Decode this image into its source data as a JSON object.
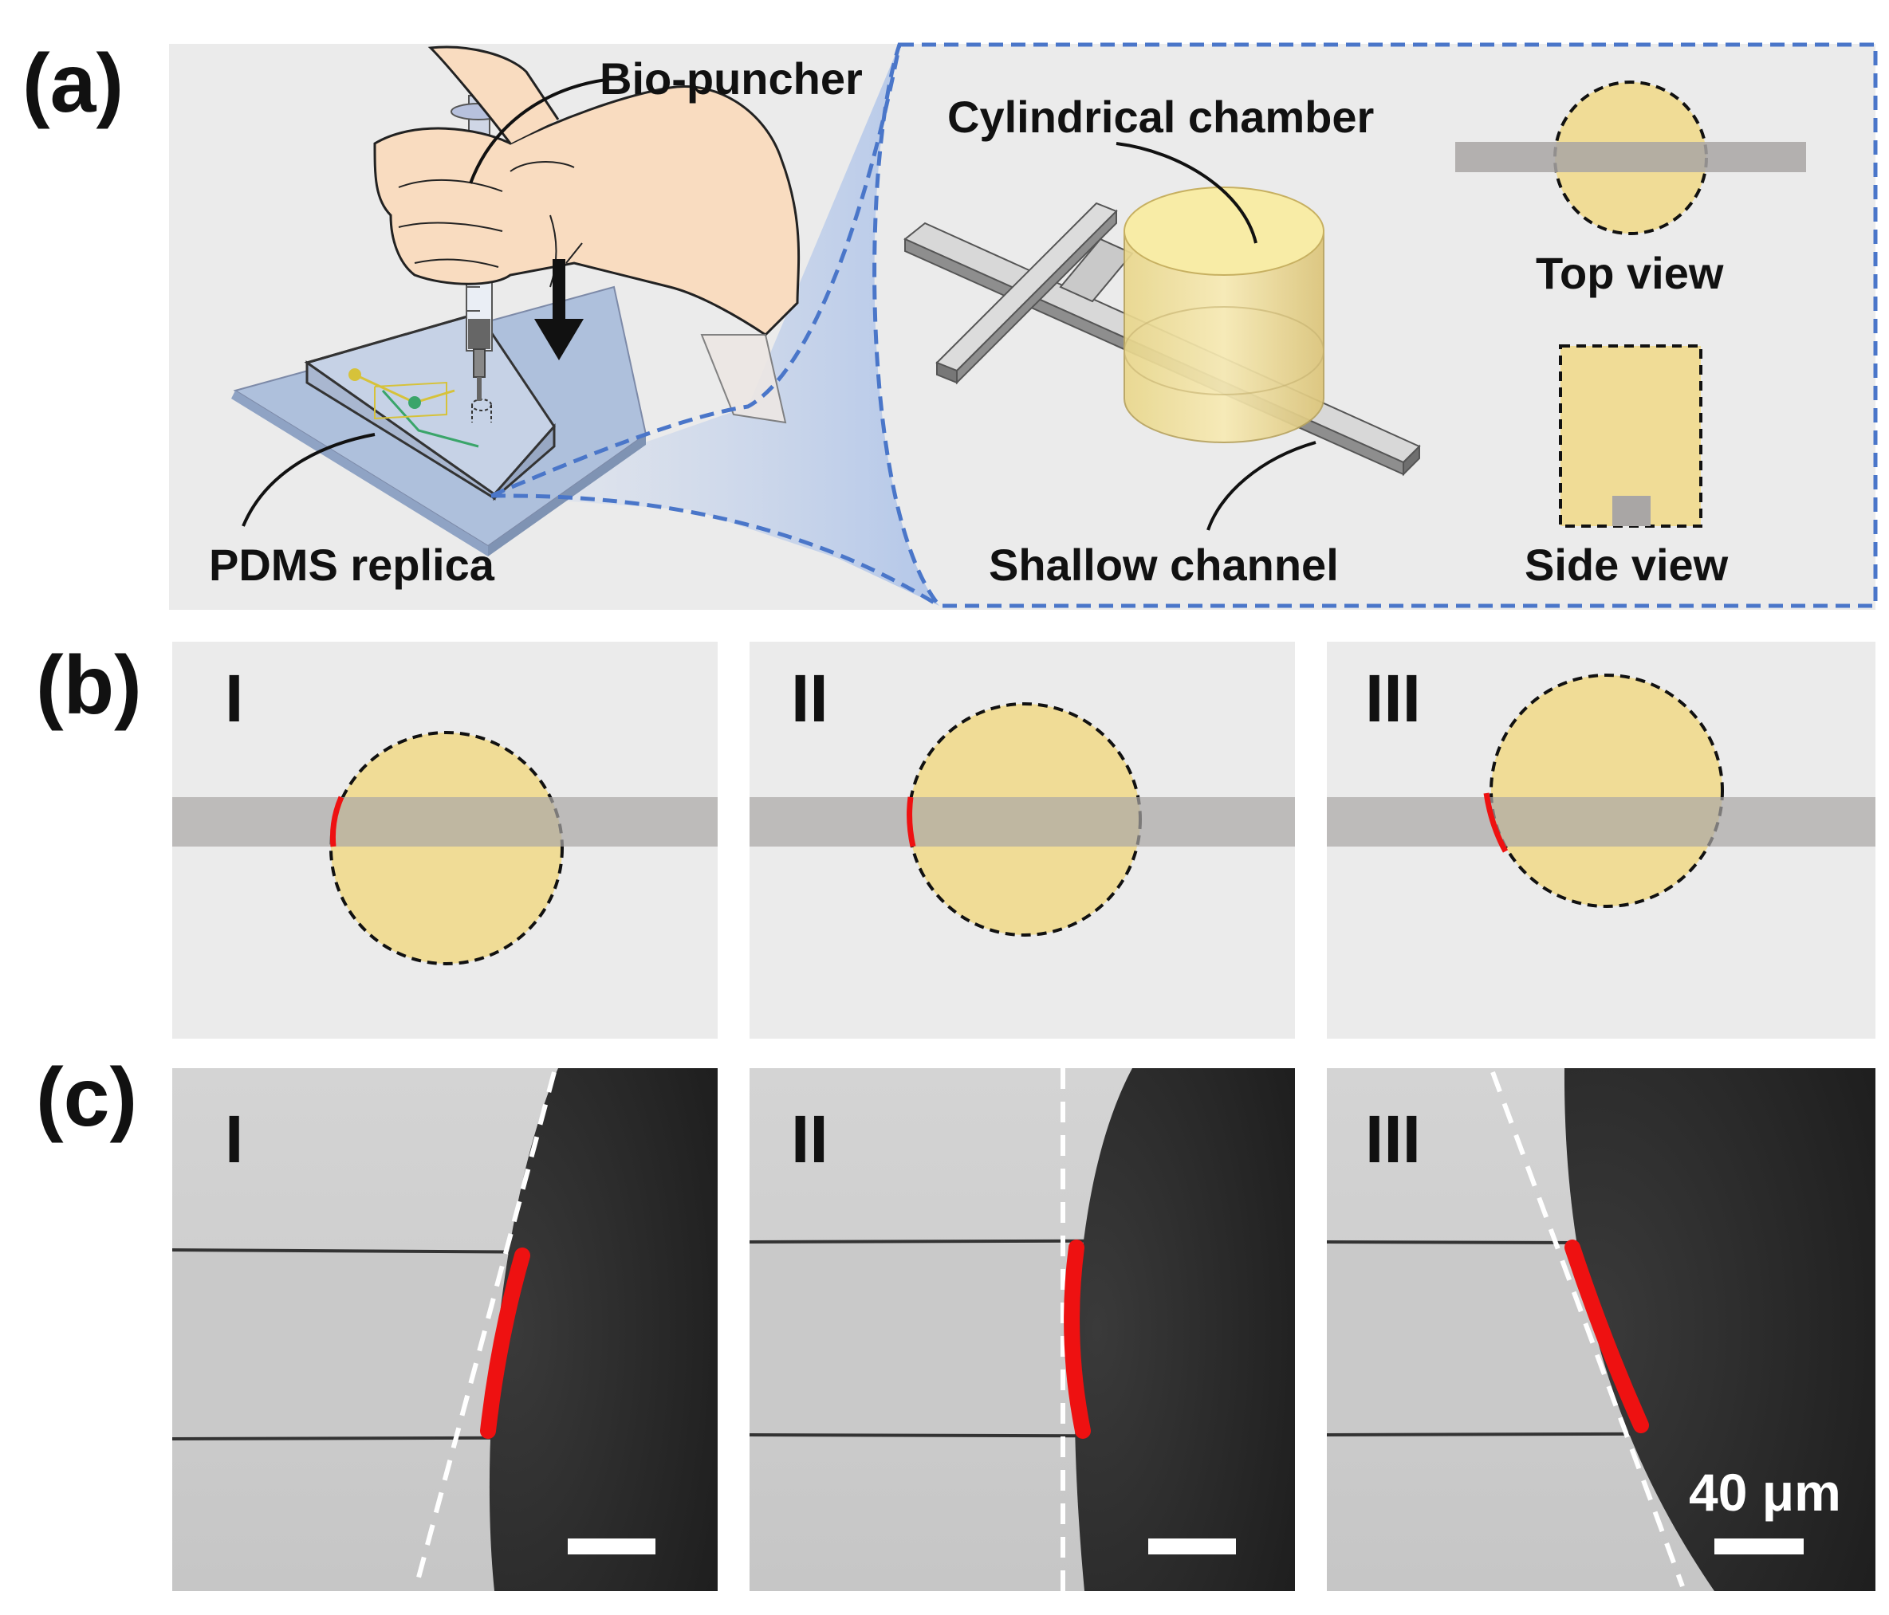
{
  "panels": {
    "a": {
      "letter": "(a)",
      "labels": {
        "bio_puncher": "Bio-puncher",
        "pdms_replica": "PDMS replica",
        "cylindrical_chamber": "Cylindrical chamber",
        "shallow_channel": "Shallow channel",
        "top_view": "Top view",
        "side_view": "Side view"
      }
    },
    "b": {
      "letter": "(b)",
      "subpanels": [
        "I",
        "II",
        "III"
      ]
    },
    "c": {
      "letter": "(c)",
      "subpanels": [
        "I",
        "II",
        "III"
      ],
      "scale_bar_label": "40 μm"
    }
  },
  "colors": {
    "panel_background": "#ebebeb",
    "chamber_fill": "#f0dc96",
    "channel_gray": "#a9a6a5",
    "highlight_red": "#ee1111",
    "zoom_outline_blue": "#4a76c9",
    "micrograph_dark": "#2a2a2a",
    "micrograph_light": "#cfcfcf"
  }
}
